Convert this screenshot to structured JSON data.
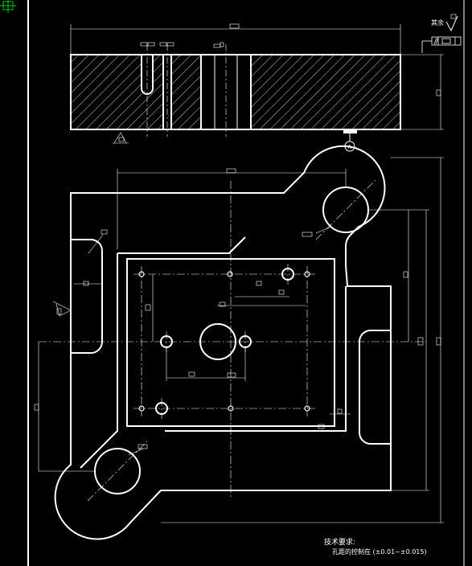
{
  "drawing": {
    "roughness_note": "其余",
    "datum_label": "A",
    "tech_title": "技术要求:",
    "tech_note": "孔距的控制在 (±0.01~±0.015)"
  },
  "colors": {
    "background": "#000000",
    "line": "#ffffff",
    "ucs_icon": "#00cc00"
  }
}
